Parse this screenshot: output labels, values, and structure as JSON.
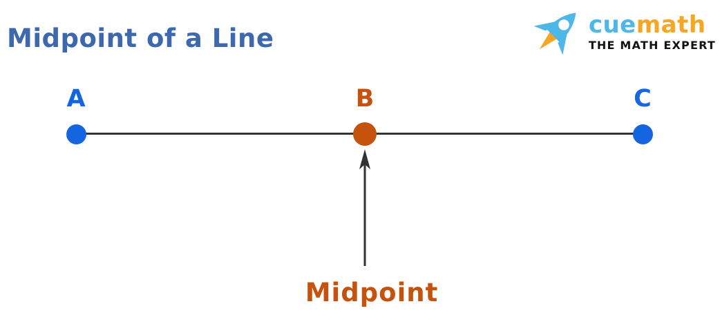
{
  "page": {
    "title": "Midpoint of a Line"
  },
  "logo": {
    "brand_primary": "cue",
    "brand_secondary": "math",
    "tagline": "THE MATH EXPERT",
    "colors": {
      "cue": "#4db8e8",
      "math": "#f5a623",
      "tagline": "#111111",
      "rocket_body": "#4db8e8",
      "rocket_flame": "#f5a623"
    }
  },
  "diagram": {
    "type": "line-segment-midpoint",
    "line_color": "#333333",
    "points": [
      {
        "label": "A",
        "role": "endpoint",
        "color": "#1565e0"
      },
      {
        "label": "B",
        "role": "midpoint",
        "color": "#c5520d"
      },
      {
        "label": "C",
        "role": "endpoint",
        "color": "#1565e0"
      }
    ],
    "annotation": {
      "label": "Midpoint",
      "color": "#c5520d",
      "arrow_color": "#333333",
      "points_to": "B"
    }
  }
}
